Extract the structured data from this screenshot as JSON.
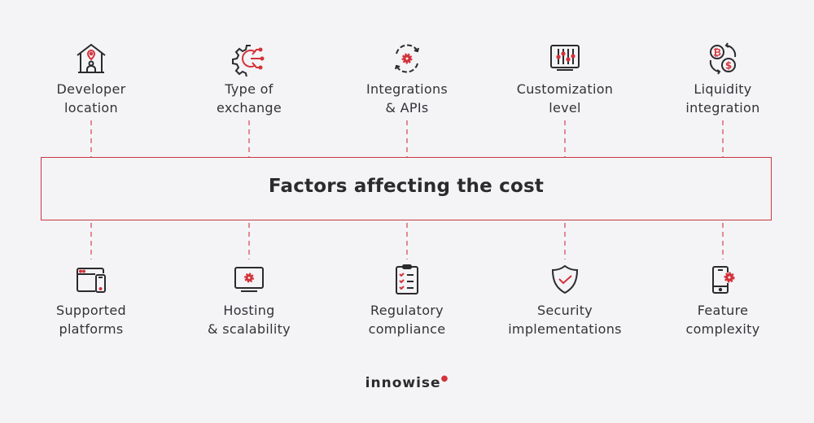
{
  "title": "Factors affecting the cost",
  "colors": {
    "accent": "#d4323a",
    "stroke": "#2b2b2e",
    "dash": "#e08a92",
    "background": "#f4f4f7"
  },
  "top_factors": [
    {
      "label_line1": "Developer",
      "label_line2": "location",
      "icon": "house-location-icon"
    },
    {
      "label_line1": "Type of",
      "label_line2": "exchange",
      "icon": "gear-network-icon"
    },
    {
      "label_line1": "Integrations",
      "label_line2": "& APIs",
      "icon": "sync-gear-icon"
    },
    {
      "label_line1": "Customization",
      "label_line2": "level",
      "icon": "sliders-monitor-icon"
    },
    {
      "label_line1": "Liquidity",
      "label_line2": "integration",
      "icon": "crypto-exchange-icon"
    }
  ],
  "bottom_factors": [
    {
      "label_line1": "Supported",
      "label_line2": "platforms",
      "icon": "browser-mobile-icon"
    },
    {
      "label_line1": "Hosting",
      "label_line2": "& scalability",
      "icon": "monitor-gear-icon"
    },
    {
      "label_line1": "Regulatory",
      "label_line2": "compliance",
      "icon": "clipboard-checklist-icon"
    },
    {
      "label_line1": "Security",
      "label_line2": "implementations",
      "icon": "shield-check-icon"
    },
    {
      "label_line1": "Feature",
      "label_line2": "complexity",
      "icon": "phone-gear-icon"
    }
  ],
  "logo": {
    "text": "innowise",
    "dot": "●"
  }
}
